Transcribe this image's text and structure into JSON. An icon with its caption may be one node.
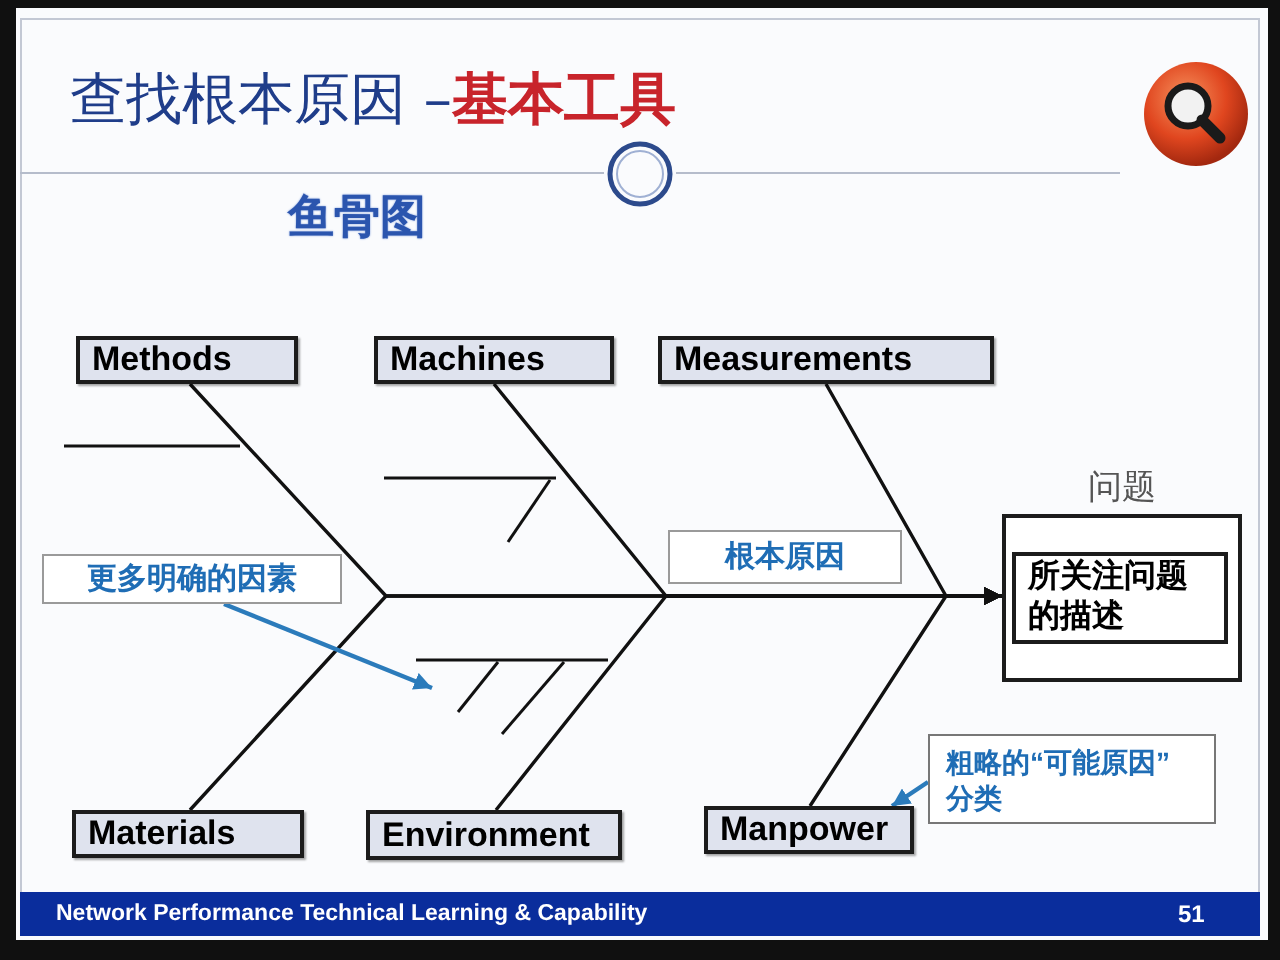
{
  "diagram": {
    "title": "查找根本原因 –**基本工具**",
    "nodes": [
      {
        "text": [
          "Methods"
        ]
      },
      {
        "text": [
          "Machines"
        ]
      },
      {
        "text": [
          "Measurements"
        ]
      },
      {
        "text": [
          "更多明确的因素"
        ]
      },
      {
        "text": [
          "根本原因"
        ]
      },
      {
        "text": [
          "问题"
        ]
      },
      {
        "text": [
          "所关注问题的描述"
        ],
        "in": 5
      },
      {
        "text": [
          "粗略的“可能原因”分类"
        ]
      },
      {
        "text": [
          "Materials"
        ]
      },
      {
        "text": [
          "Environment"
        ]
      },
      {
        "text": [
          "Manpower"
        ]
      }
    ],
    "edges": [
      {
        "from": 0,
        "to": 5,
        "arrow": "to"
      },
      {
        "from": 1,
        "to": 5,
        "arrow": "to"
      },
      {
        "from": 2,
        "to": 5,
        "arrow": "to"
      },
      {
        "from": 8,
        "to": 5,
        "arrow": "to"
      },
      {
        "from": 9,
        "to": 5,
        "arrow": "to"
      },
      {
        "from": 10,
        "to": 5,
        "arrow": "to"
      },
      {
        "from": 3,
        "to": null,
        "arrow": "to",
        "color": "#2b7bbb"
      },
      {
        "from": 7,
        "to": 10,
        "arrow": "to",
        "color": "#2b7bbb"
      }
    ],
    "labels": [
      "鱼骨图",
      "Network Performance Technical Learning & Capability",
      "51"
    ]
  }
}
